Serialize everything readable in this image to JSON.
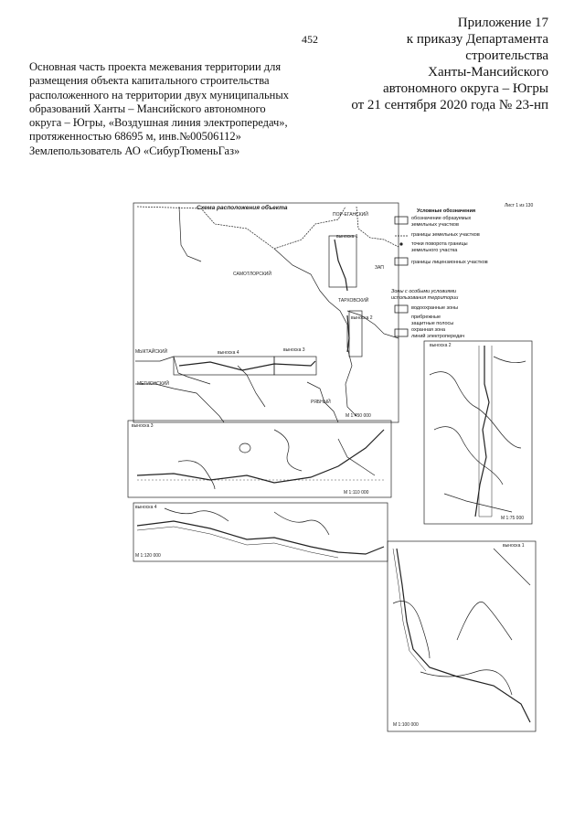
{
  "page_number": "452",
  "appendix": {
    "line1": "Приложение 17",
    "line2": "к приказу Департамента",
    "line3": "строительства",
    "line4": "Ханты-Мансийского",
    "line5": "автономного округа – Югры",
    "line6": "от 21 сентября 2020 года № 23-нп"
  },
  "description": {
    "line1": "Основная часть проекта межевания территории для",
    "line2": "размещения объекта капитального строительства",
    "line3": "расположенного на территории двух муниципальных",
    "line4": "образований Ханты – Мансийского автономного",
    "line5": "округа – Югры, «Воздушная линия электропередач»,",
    "line6": "протяженностью 68695 м, инв.№00506112»",
    "line7": "Землепользователь АО «СибурТюменьГаз»"
  },
  "map": {
    "title": "Схема расположения объекта",
    "sheet": "Лист 1 из 130",
    "places": {
      "porogansky": "ПОР-ЕГАНСКИЙ",
      "samotlorsky": "САМОТЛОРСКИЙ",
      "tarkhovsky": "ТАРХОВСКИЙ",
      "myktaysky": "МЫКТАЙСКИЙ",
      "megionsky": "МЕГИОНСКИЙ",
      "ryabny": "РЯБНЫЙ",
      "zap": "ЗАП"
    },
    "callouts": {
      "v1": "выноска 1",
      "v2": "выноска 2",
      "v3": "выноска 3",
      "v4": "выноска 4"
    },
    "scales": {
      "main": "М 1:450 000",
      "v2": "М 1:75 000",
      "v3": "М 1:110 000",
      "v4": "М 1:120 000",
      "v1": "М 1:100 000"
    },
    "inset_titles": {
      "v3": "выноска 3",
      "v2": "выноска 2",
      "v4": "выноска 4",
      "v1": "выноска 1"
    }
  },
  "legend": {
    "heading": "Условные обозначения",
    "item1a": "обозначение образуемых",
    "item1b": "земельных участков",
    "item2": "границы земельных участков",
    "item3a": "точки поворота границы",
    "item3b": "земельного участка",
    "item4": "границы лицензионных участков",
    "zones_heading_a": "Зоны с особыми условиями",
    "zones_heading_b": "использования территории",
    "zone1": "водоохранные зоны",
    "zone2a": "прибрежные",
    "zone2b": "защитные полосы",
    "zone3a": "охранная зона",
    "zone3b": "линий электропередач"
  }
}
